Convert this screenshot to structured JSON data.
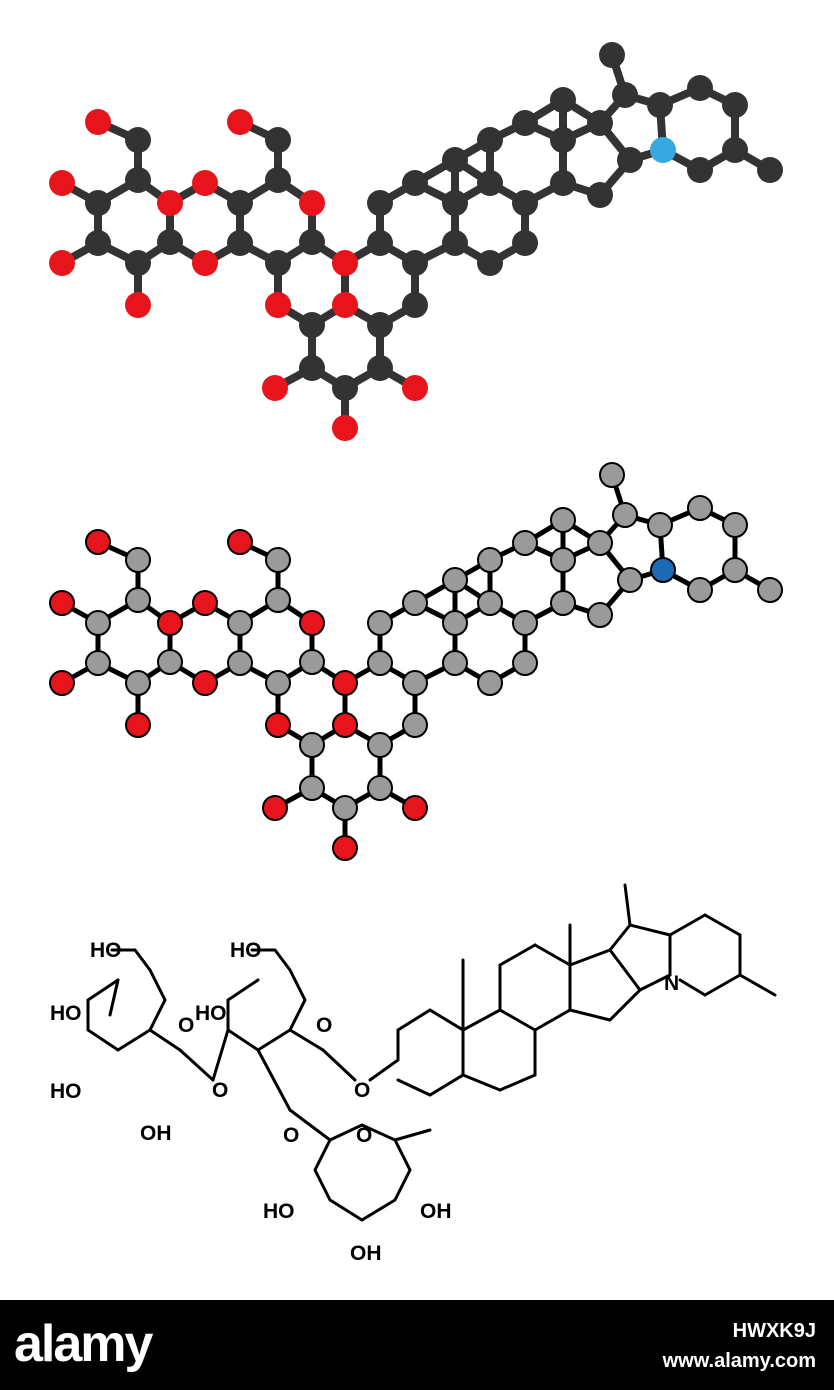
{
  "labels": {
    "ho_1": "HO",
    "ho_2": "HO",
    "ho_3": "HO",
    "ho_4": "HO",
    "ho_5": "HO",
    "oh_1": "OH",
    "oh_2": "OH",
    "oh_3": "OH",
    "ho_6": "HO",
    "o_1": "O",
    "o_2": "O",
    "o_3": "O",
    "o_4": "O",
    "o_5": "O",
    "o_6": "O",
    "n_1": "N"
  },
  "colors": {
    "oxygen_dark": "#e8141b",
    "carbon_dark": "#333333",
    "nitrogen_light": "#35a9e0",
    "oxygen_light": "#e8141b",
    "carbon_light": "#9a9a9a",
    "nitrogen_dark": "#1a6bb3",
    "bond": "#000000"
  },
  "footer": {
    "brand": "alamy",
    "code": "HWXK9J",
    "url": "www.alamy.com"
  }
}
